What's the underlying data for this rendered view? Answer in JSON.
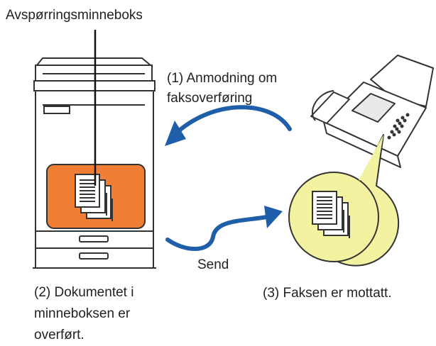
{
  "labels": {
    "poll_box": "Avspørringsminneboks",
    "request_line1": "(1) Anmodning om",
    "request_line2": "faksoverføring",
    "send": "Send",
    "transferred_line1": "(2) Dokumentet i",
    "transferred_line2": "minneboksen er",
    "transferred_line3": "overført.",
    "received": "(3) Faksen er mottatt."
  },
  "colors": {
    "memory_box": "#f07f35",
    "bubble": "#f2f2a0",
    "arrow": "#1f5ea8",
    "outline": "#333333"
  },
  "icons": [
    "copier-machine",
    "fax-machine",
    "document-stack-icon",
    "arrow-curved-left",
    "arrow-curved-right"
  ]
}
